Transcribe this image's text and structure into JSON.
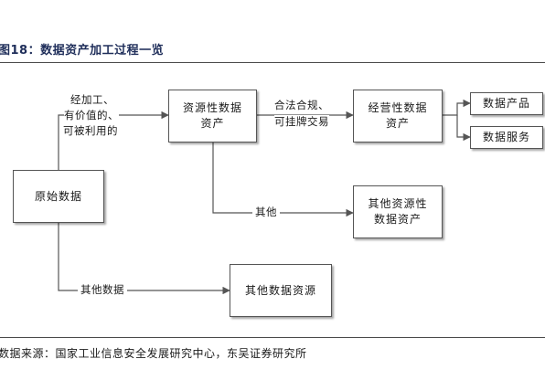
{
  "figure": {
    "title": "图18：数据资产加工过程一览",
    "source": "数据来源：国家工业信息安全发展研究中心，东吴证券研究所"
  },
  "nodes": {
    "raw_data": "原始数据",
    "resource_asset_1": "资源性数据",
    "resource_asset_2": "资产",
    "operating_asset_1": "经营性数据",
    "operating_asset_2": "资产",
    "data_product": "数据产品",
    "data_service": "数据服务",
    "other_resource_asset_1": "其他资源性",
    "other_resource_asset_2": "数据资产",
    "other_data_resource": "其他数据资源"
  },
  "edges": {
    "processed_1": "经加工、",
    "processed_2": "有价值的、",
    "processed_3": "可被利用的",
    "compliant_1": "合法合规、",
    "compliant_2": "可挂牌交易",
    "other": "其他",
    "other_data": "其他数据"
  },
  "colors": {
    "title": "#1f2e5a",
    "line": "#555555",
    "text": "#1a1a1a"
  }
}
